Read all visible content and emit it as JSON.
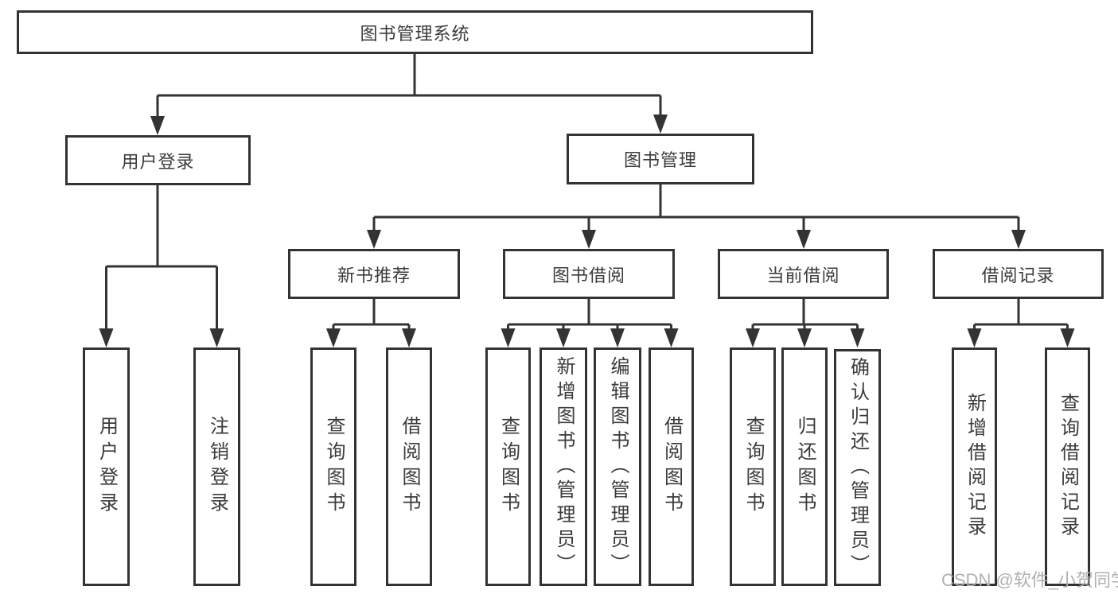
{
  "tree": {
    "label": "图书管理系统",
    "children": [
      {
        "label": "用户登录",
        "children": [
          {
            "label": "用户登录"
          },
          {
            "label": "注销登录"
          }
        ]
      },
      {
        "label": "图书管理",
        "children": [
          {
            "label": "新书推荐",
            "children": [
              {
                "label": "查询图书"
              },
              {
                "label": "借阅图书"
              }
            ]
          },
          {
            "label": "图书借阅",
            "children": [
              {
                "label": "查询图书"
              },
              {
                "label": "新增图书（管理员）"
              },
              {
                "label": "编辑图书（管理员）"
              },
              {
                "label": "借阅图书"
              }
            ]
          },
          {
            "label": "当前借阅",
            "children": [
              {
                "label": "查询图书"
              },
              {
                "label": "归还图书"
              },
              {
                "label": "确认归还（管理员）"
              }
            ]
          },
          {
            "label": "借阅记录",
            "children": [
              {
                "label": "新增借阅记录"
              },
              {
                "label": "查询借阅记录"
              }
            ]
          }
        ]
      }
    ]
  },
  "watermark": {
    "text": "CSDN @软件_小贺同学"
  },
  "colors": {
    "line": "#333333",
    "box_border": "#333333",
    "text": "#3b3b3b",
    "watermark": "#b0b0b0",
    "background": "#ffffff"
  }
}
